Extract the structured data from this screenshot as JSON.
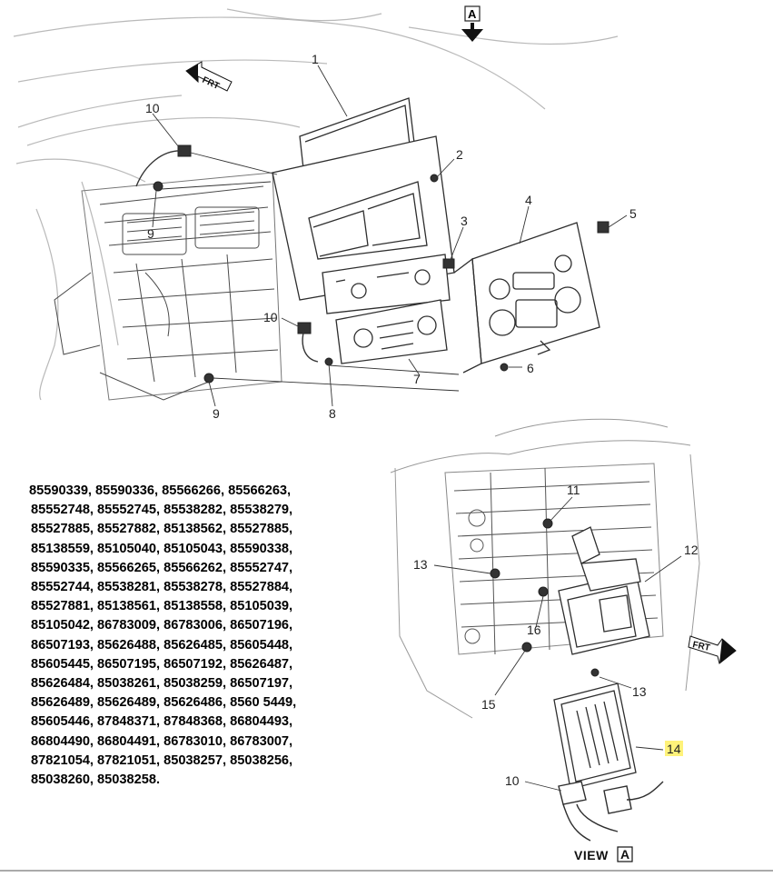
{
  "diagram": {
    "view_flag": "A",
    "frt_label_top": "FRT",
    "frt_label_bottom": "FRT",
    "view_caption": "VIEW",
    "view_caption_box": "A",
    "callouts_top": {
      "c1": "1",
      "c2": "2",
      "c3": "3",
      "c4": "4",
      "c5": "5",
      "c6": "6",
      "c7": "7",
      "c8": "8",
      "c9a": "9",
      "c9b": "9",
      "c10a": "10",
      "c10b": "10"
    },
    "callouts_bottom": {
      "c11": "11",
      "c12": "12",
      "c13a": "13",
      "c13b": "13",
      "c14": "14",
      "c15": "15",
      "c16": "16",
      "c10c": "10"
    }
  },
  "part_numbers": [
    "85590339, 85590336, 85566266, 85566263,",
    "85552748, 85552745, 85538282, 85538279,",
    "85527885, 85527882, 85138562, 85527885,",
    "85138559, 85105040, 85105043, 85590338,",
    "85590335, 85566265, 85566262, 85552747,",
    "85552744, 85538281, 85538278, 85527884,",
    "85527881, 85138561, 85138558, 85105039,",
    "85105042, 86783009, 86783006, 86507196,",
    "86507193, 85626488, 85626485, 85605448,",
    "85605445, 86507195, 86507192, 85626487,",
    "85626484, 85038261, 85038259, 86507197,",
    "85626489, 85626489, 85626486, 8560 5449,",
    "85605446, 87848371, 87848368, 86804493,",
    "86804490, 86804491, 86783010, 86783007,",
    "87821054, 87821051, 85038257, 85038256,",
    "85038260, 85038258."
  ],
  "colors": {
    "line": "#3a3a3a",
    "light_line": "#9a9a9a",
    "highlight": "#fff27a"
  }
}
